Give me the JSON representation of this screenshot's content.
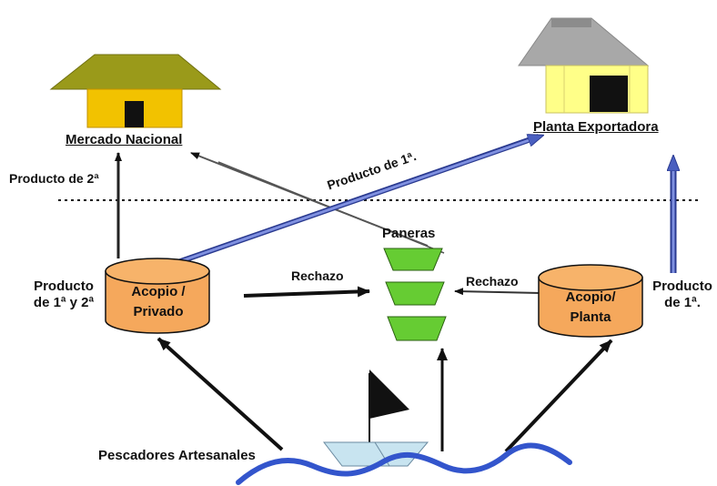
{
  "nodes": {
    "mercado_nacional": "Mercado Nacional",
    "planta_exportadora": "Planta Exportadora",
    "acopio_privado": [
      "Acopio /",
      "Privado"
    ],
    "acopio_planta": [
      "Acopio/",
      "Planta"
    ],
    "paneras": "Paneras",
    "pescadores": "Pescadores Artesanales"
  },
  "labels": {
    "producto_2a": "Producto de 2ª",
    "producto_1a_diag": "Producto de 1ª.",
    "producto_1a_y_2a": [
      "Producto",
      "de 1ª y 2ª"
    ],
    "producto_1a_right": [
      "Producto",
      "de 1ª."
    ],
    "rechazo_left": "Rechazo",
    "rechazo_right": "Rechazo"
  },
  "colors": {
    "house_roof_left": "#9a9a1a",
    "house_wall_left": "#f2c200",
    "house_roof_right": "#a8a8a8",
    "house_wall_right": "#ffff88",
    "cylinder_fill": "#f5a85c",
    "panera_fill": "#66cc33",
    "blue_arrow": "#4a5fc0",
    "water": "#3355cc",
    "boat_hull": "#c8e4f0"
  }
}
